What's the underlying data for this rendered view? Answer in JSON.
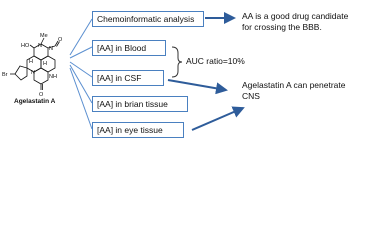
{
  "molecule": {
    "name": "Agelastatin A",
    "atoms": {
      "me": "Me",
      "ho": "HO",
      "n1": "N",
      "n2": "N",
      "n3": "N",
      "nh": "NH",
      "h1": "H",
      "h2": "H",
      "o1": "O",
      "o2": "O",
      "br": "Br"
    }
  },
  "boxes": {
    "chemo": "Chemoinformatic analysis",
    "blood": "[AA] in Blood",
    "csf": "[AA] in CSF",
    "brain": "[AA] in brian tissue",
    "eye": "[AA] in eye tissue"
  },
  "notes": {
    "drug_line1": "AA is  a good drug candidate",
    "drug_line2": "for crossing the BBB.",
    "auc": "AUC ratio=10%",
    "cns_line1": "Agelastatin A can penetrate",
    "cns_line2": "CNS"
  },
  "colors": {
    "box_border": "#4a80c0",
    "connector": "#5b8fd0",
    "arrow": "#2e5c9a",
    "brace": "#333333"
  }
}
